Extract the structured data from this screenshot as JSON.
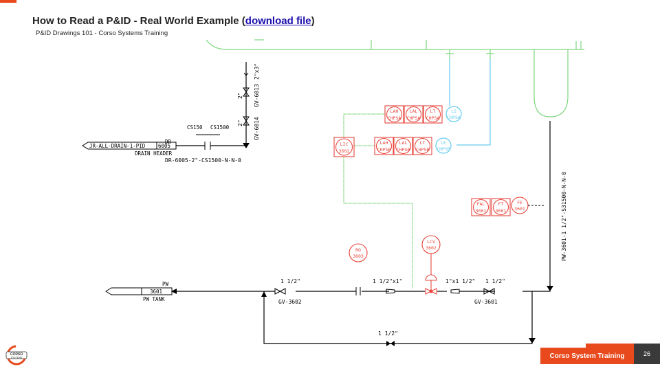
{
  "header": {
    "title_prefix": "How to Read a P&ID - Real World Example (",
    "link_text": "download file",
    "title_suffix": ")",
    "subtitle": "P&ID Drawings 101 - Corso Systems Training"
  },
  "footer": {
    "brand": "Corso System Training",
    "page_number": "26",
    "logo_text_1": "CORSO",
    "logo_text_2": "SYSTEMS"
  },
  "diagram": {
    "vert_size_1": "2\"x3\"",
    "vert_size_2": "2\"",
    "gv_6013": "GV-6013",
    "gv_6014": "GV-6014",
    "vert_size_3": "2\"",
    "cs150": "CS150",
    "cs1500": "CS1500",
    "dr": "DR",
    "drain_ref": "JR-ALL-DRAIN-1-PID",
    "drain_num": "6005",
    "drain_header": "DRAIN HEADER",
    "drain_line": "DR-6005-2\"-CS1500-N-N-0",
    "inst_row1": [
      {
        "top": "LAH",
        "bottom": "CHPSA"
      },
      {
        "top": "LAL",
        "bottom": "CHPSA"
      },
      {
        "top": "LT",
        "bottom": "CHPSA"
      }
    ],
    "ls_top": "LS",
    "ls_bottom": "CHPSA",
    "inst_row2": [
      {
        "top": "LAH",
        "bottom": "CHPSB"
      },
      {
        "top": "LAL",
        "bottom": "CHPSB"
      },
      {
        "top": "LT",
        "bottom": "CHPSB"
      }
    ],
    "le_top": "LE",
    "le_bottom": "CHPSB",
    "lic_top": "LIC",
    "lic_bottom": "3602",
    "fal_top": "FAL",
    "fal_bottom": "3601",
    "ft_top": "FT",
    "ft_bottom": "3601",
    "fe_top": "FE",
    "fe_bottom": "3601",
    "pw_vertical": "PW-3601-1 1/2\"-S31500-N-N-0",
    "ro_top": "RO",
    "ro_bottom": "3603",
    "lcv_top": "LCV",
    "lcv_bottom": "3602",
    "pw": "PW",
    "pw_num": "3601",
    "pw_tank": "PW TANK",
    "size_1_5_a": "1 1/2\"",
    "gv_3602": "GV-3602",
    "size_red_a": "1 1/2\"x1\"",
    "size_red_b": "1\"x1 1/2\"",
    "size_1_5_b": "1 1/2\"",
    "gv_3601": "GV-3601",
    "size_bypass": "1 1/2\""
  },
  "colors": {
    "accent": "#e8491d",
    "instrument": "#e8453c",
    "signal": "#7ed67e",
    "vessel": "#7ed67e",
    "level_sw": "#66ccee",
    "pipe": "#000000",
    "title_link": "#1a0dab"
  }
}
